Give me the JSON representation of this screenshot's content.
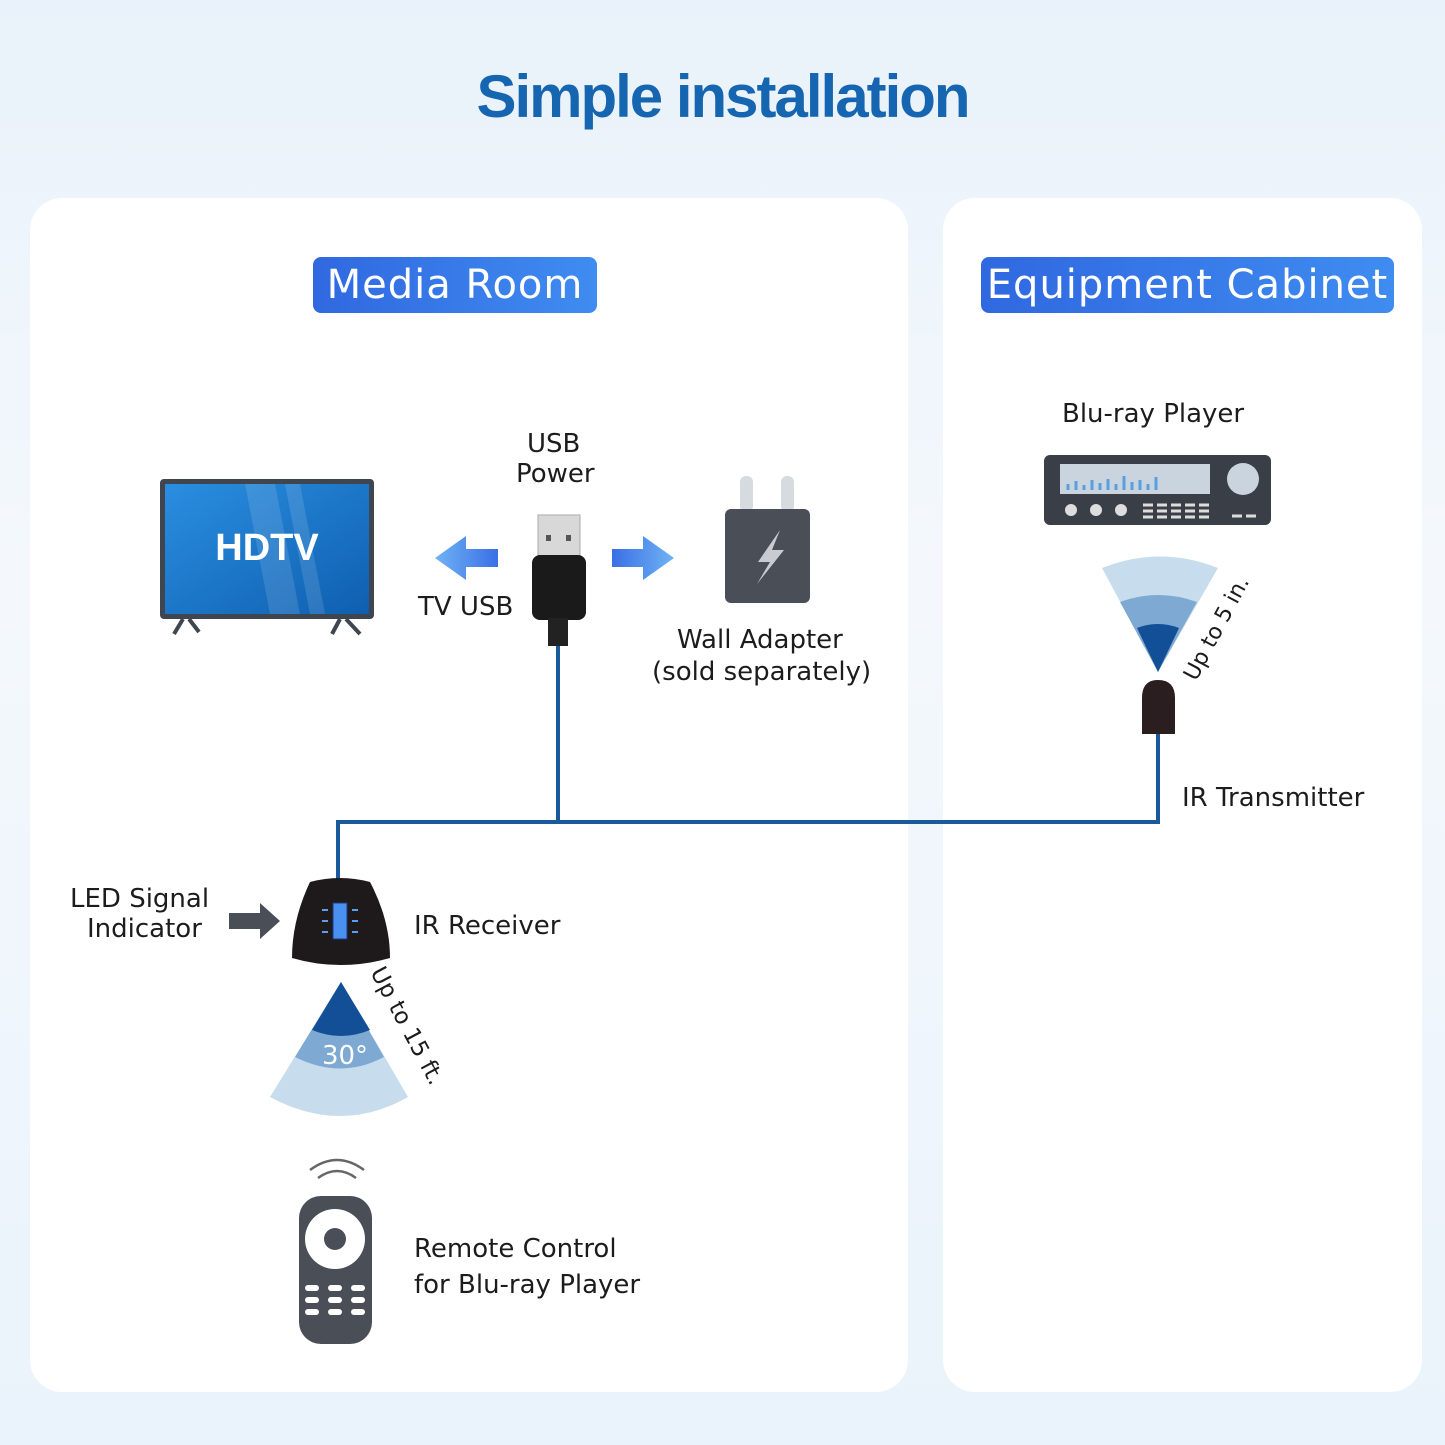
{
  "title": "Simple installation",
  "panels": {
    "media_room": {
      "heading": "Media Room",
      "tv_label": "HDTV",
      "usb_power": [
        "USB",
        "Power"
      ],
      "tv_usb": "TV USB",
      "wall_adapter": [
        "Wall Adapter",
        "(sold separately)"
      ],
      "led_indicator": [
        "LED Signal",
        "Indicator"
      ],
      "ir_receiver": "IR Receiver",
      "range": "Up to 15 ft.",
      "angle": "30°",
      "remote": [
        "Remote Control",
        "for Blu-ray Player"
      ]
    },
    "equipment_cabinet": {
      "heading": "Equipment Cabinet",
      "bluray": "Blu-ray Player",
      "range": "Up to 5 in.",
      "ir_transmitter": "IR Transmitter"
    }
  },
  "colors": {
    "title": "#1565b0",
    "cable": "#1a5a9a",
    "badge": "#3068e0",
    "device": "#4a4f57"
  }
}
